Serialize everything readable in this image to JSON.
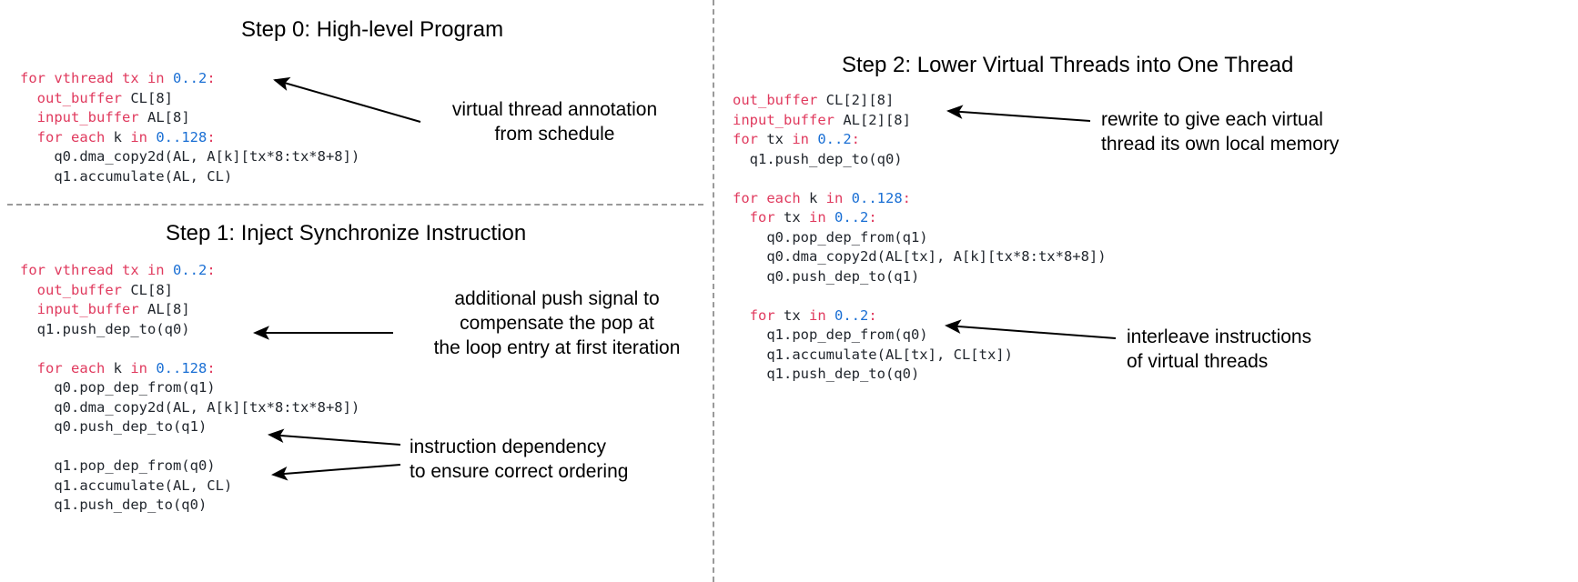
{
  "figure": {
    "panels": [
      {
        "id": "step0",
        "title": "Step 0: High-level Program",
        "code_lines": [
          [
            {
              "t": "for vthread tx in ",
              "c": "kw"
            },
            {
              "t": "0",
              "c": "num"
            },
            {
              "t": "..",
              "c": "num"
            },
            {
              "t": "2",
              "c": "num"
            },
            {
              "t": ":",
              "c": "kw"
            }
          ],
          [
            {
              "t": "  ",
              "c": "id"
            },
            {
              "t": "out_buffer",
              "c": "kw"
            },
            {
              "t": " CL[8]",
              "c": "id"
            }
          ],
          [
            {
              "t": "  ",
              "c": "id"
            },
            {
              "t": "input_buffer",
              "c": "kw"
            },
            {
              "t": " AL[8]",
              "c": "id"
            }
          ],
          [
            {
              "t": "  ",
              "c": "id"
            },
            {
              "t": "for each ",
              "c": "kw"
            },
            {
              "t": "k",
              "c": "id"
            },
            {
              "t": " in ",
              "c": "kw"
            },
            {
              "t": "0..128",
              "c": "num"
            },
            {
              "t": ":",
              "c": "kw"
            }
          ],
          [
            {
              "t": "    q0.dma_copy2d(AL, A[k][tx*8:tx*8+8])",
              "c": "id"
            }
          ],
          [
            {
              "t": "    q1.accumulate(AL, CL)",
              "c": "id"
            }
          ]
        ],
        "annotations": [
          {
            "id": "annot-vthread",
            "text": "virtual thread annotation\nfrom schedule"
          }
        ]
      },
      {
        "id": "step1",
        "title": "Step 1: Inject Synchronize Instruction",
        "code_lines": [
          [
            {
              "t": "for vthread tx in ",
              "c": "kw"
            },
            {
              "t": "0..2",
              "c": "num"
            },
            {
              "t": ":",
              "c": "kw"
            }
          ],
          [
            {
              "t": "  ",
              "c": "id"
            },
            {
              "t": "out_buffer",
              "c": "kw"
            },
            {
              "t": " CL[8]",
              "c": "id"
            }
          ],
          [
            {
              "t": "  ",
              "c": "id"
            },
            {
              "t": "input_buffer",
              "c": "kw"
            },
            {
              "t": " AL[8]",
              "c": "id"
            }
          ],
          [
            {
              "t": "  q1.push_dep_to(q0)",
              "c": "id"
            }
          ],
          [
            {
              "t": "",
              "c": "id"
            }
          ],
          [
            {
              "t": "  ",
              "c": "id"
            },
            {
              "t": "for each ",
              "c": "kw"
            },
            {
              "t": "k",
              "c": "id"
            },
            {
              "t": " in ",
              "c": "kw"
            },
            {
              "t": "0..128",
              "c": "num"
            },
            {
              "t": ":",
              "c": "kw"
            }
          ],
          [
            {
              "t": "    q0.pop_dep_from(q1)",
              "c": "id"
            }
          ],
          [
            {
              "t": "    q0.dma_copy2d(AL, A[k][tx*8:tx*8+8])",
              "c": "id"
            }
          ],
          [
            {
              "t": "    q0.push_dep_to(q1)",
              "c": "id"
            }
          ],
          [
            {
              "t": "",
              "c": "id"
            }
          ],
          [
            {
              "t": "    q1.pop_dep_from(q0)",
              "c": "id"
            }
          ],
          [
            {
              "t": "    q1.accumulate(AL, CL)",
              "c": "id"
            }
          ],
          [
            {
              "t": "    q1.push_dep_to(q0)",
              "c": "id"
            }
          ]
        ],
        "annotations": [
          {
            "id": "annot-push",
            "text": "additional push signal to\ncompensate the pop at\nthe loop entry at first iteration"
          },
          {
            "id": "annot-dep",
            "text": "instruction dependency\nto ensure correct ordering"
          }
        ]
      },
      {
        "id": "step2",
        "title": "Step 2: Lower Virtual Threads into One Thread",
        "code_lines": [
          [
            {
              "t": "out_buffer",
              "c": "kw"
            },
            {
              "t": " CL[2][8]",
              "c": "id"
            }
          ],
          [
            {
              "t": "input_buffer",
              "c": "kw"
            },
            {
              "t": " AL[2][8]",
              "c": "id"
            }
          ],
          [
            {
              "t": "for ",
              "c": "kw"
            },
            {
              "t": "tx",
              "c": "id"
            },
            {
              "t": " in ",
              "c": "kw"
            },
            {
              "t": "0..2",
              "c": "num"
            },
            {
              "t": ":",
              "c": "kw"
            }
          ],
          [
            {
              "t": "  q1.push_dep_to(q0)",
              "c": "id"
            }
          ],
          [
            {
              "t": "",
              "c": "id"
            }
          ],
          [
            {
              "t": "for each ",
              "c": "kw"
            },
            {
              "t": "k",
              "c": "id"
            },
            {
              "t": " in ",
              "c": "kw"
            },
            {
              "t": "0..128",
              "c": "num"
            },
            {
              "t": ":",
              "c": "kw"
            }
          ],
          [
            {
              "t": "  ",
              "c": "id"
            },
            {
              "t": "for ",
              "c": "kw"
            },
            {
              "t": "tx",
              "c": "id"
            },
            {
              "t": " in ",
              "c": "kw"
            },
            {
              "t": "0..2",
              "c": "num"
            },
            {
              "t": ":",
              "c": "kw"
            }
          ],
          [
            {
              "t": "    q0.pop_dep_from(q1)",
              "c": "id"
            }
          ],
          [
            {
              "t": "    q0.dma_copy2d(AL[tx], A[k][tx*8:tx*8+8])",
              "c": "id"
            }
          ],
          [
            {
              "t": "    q0.push_dep_to(q1)",
              "c": "id"
            }
          ],
          [
            {
              "t": "",
              "c": "id"
            }
          ],
          [
            {
              "t": "  ",
              "c": "id"
            },
            {
              "t": "for ",
              "c": "kw"
            },
            {
              "t": "tx",
              "c": "id"
            },
            {
              "t": " in ",
              "c": "kw"
            },
            {
              "t": "0..2",
              "c": "num"
            },
            {
              "t": ":",
              "c": "kw"
            }
          ],
          [
            {
              "t": "    q1.pop_dep_from(q0)",
              "c": "id"
            }
          ],
          [
            {
              "t": "    q1.accumulate(AL[tx], CL[tx])",
              "c": "id"
            }
          ],
          [
            {
              "t": "    q1.push_dep_to(q0)",
              "c": "id"
            }
          ]
        ],
        "annotations": [
          {
            "id": "annot-rewrite",
            "text": "rewrite to give each virtual\nthread its own local memory"
          },
          {
            "id": "annot-interleave",
            "text": "interleave instructions\nof virtual threads"
          }
        ]
      }
    ],
    "colors": {
      "keyword": "#e03a5e",
      "number": "#1a6fd4",
      "identifier": "#22272e",
      "text": "#000000",
      "divider": "#9a9a9a",
      "background": "#ffffff"
    }
  }
}
